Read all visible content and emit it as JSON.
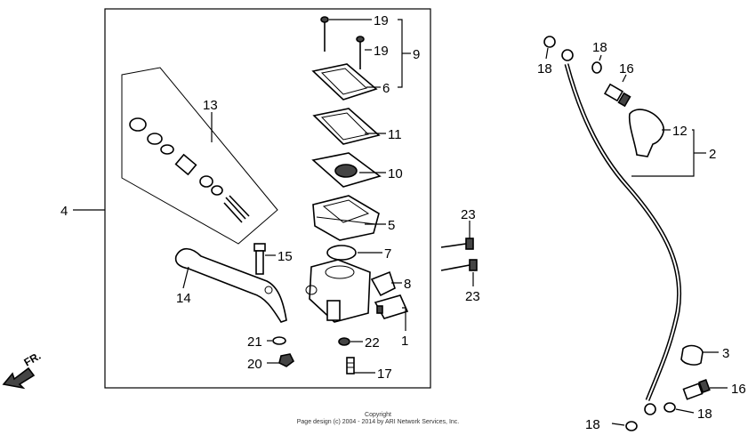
{
  "callouts": {
    "c1": "1",
    "c2": "2",
    "c3": "3",
    "c4": "4",
    "c5": "5",
    "c6": "6",
    "c7": "7",
    "c8": "8",
    "c9": "9",
    "c10": "10",
    "c11": "11",
    "c12": "12",
    "c13": "13",
    "c14": "14",
    "c15": "15",
    "c16a": "16",
    "c16b": "16",
    "c17": "17",
    "c18a": "18",
    "c18b": "18",
    "c18c": "18",
    "c18d": "18",
    "c19a": "19",
    "c19b": "19",
    "c20": "20",
    "c21": "21",
    "c22": "22",
    "c23a": "23",
    "c23b": "23"
  },
  "direction_label": "FR.",
  "copyright": {
    "line1": "Copyright",
    "line2": "Page design (c) 2004 - 2014 by ARI Network Services, Inc."
  }
}
